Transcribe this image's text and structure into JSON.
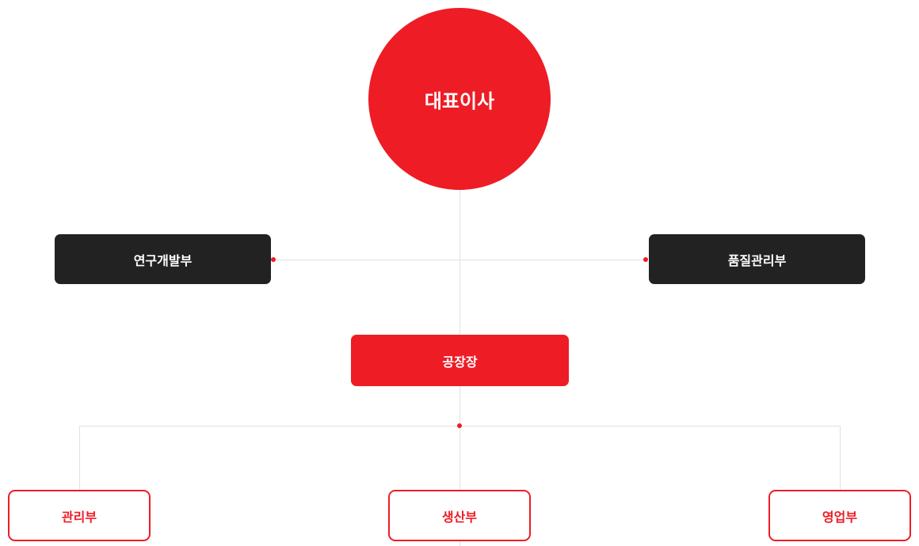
{
  "ceo": "대표이사",
  "staff": {
    "left": "연구개발부",
    "right": "품질관리부"
  },
  "factory_head": "공장장",
  "departments": [
    "관리부",
    "생산부",
    "영업부"
  ],
  "colors": {
    "accent": "#ee1c25",
    "dark": "#222222",
    "line": "#e2e2e2"
  }
}
